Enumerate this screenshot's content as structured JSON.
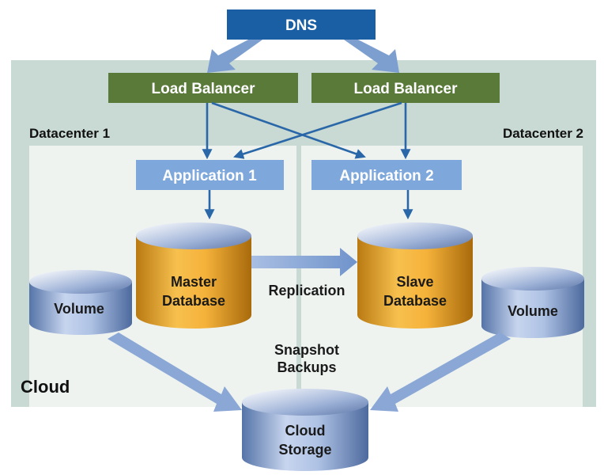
{
  "dns": {
    "label": "DNS"
  },
  "load_balancers": [
    {
      "label": "Load Balancer"
    },
    {
      "label": "Load Balancer"
    }
  ],
  "datacenters": [
    {
      "label": "Datacenter 1"
    },
    {
      "label": "Datacenter 2"
    }
  ],
  "applications": [
    {
      "label": "Application 1"
    },
    {
      "label": "Application 2"
    }
  ],
  "databases": {
    "master": {
      "line1": "Master",
      "line2": "Database"
    },
    "slave": {
      "line1": "Slave",
      "line2": "Database"
    }
  },
  "volumes": [
    {
      "label": "Volume"
    },
    {
      "label": "Volume"
    }
  ],
  "replication": {
    "label": "Replication"
  },
  "snapshot": {
    "line1": "Snapshot",
    "line2": "Backups"
  },
  "cloud": {
    "label": "Cloud"
  },
  "cloud_storage": {
    "line1": "Cloud",
    "line2": "Storage"
  },
  "colors": {
    "dns": "#1a5fa3",
    "load_balancer": "#5a7a3a",
    "application": "#7ea8dc",
    "cloud_bg": "#c9d9d3",
    "datacenter_bg": "#eef3f0",
    "arrow_dark": "#2a67a8",
    "arrow_light": "#7d9fd0",
    "db_gold": "#e8a730",
    "db_blue": "#7d9bc9"
  }
}
